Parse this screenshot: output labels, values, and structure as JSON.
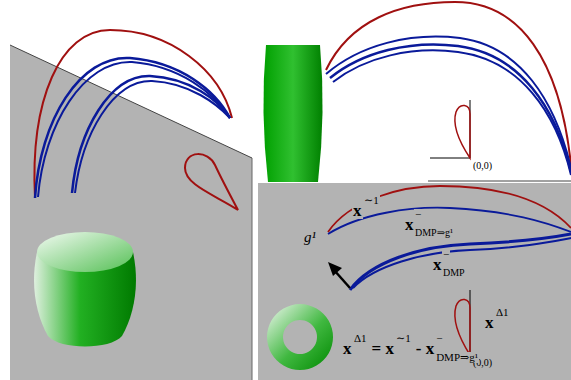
{
  "diagram": {
    "labels": [
      "(0,0)",
      "x",
      "∼1",
      "x",
      "−",
      "DMP⇒g¹",
      "x",
      "−",
      "DMP",
      "g¹",
      "x",
      "Δ1",
      "(0,0)",
      "x",
      "Δ1",
      "= x",
      "∼1",
      "- x",
      "−",
      "DMP⇒g¹"
    ]
  }
}
